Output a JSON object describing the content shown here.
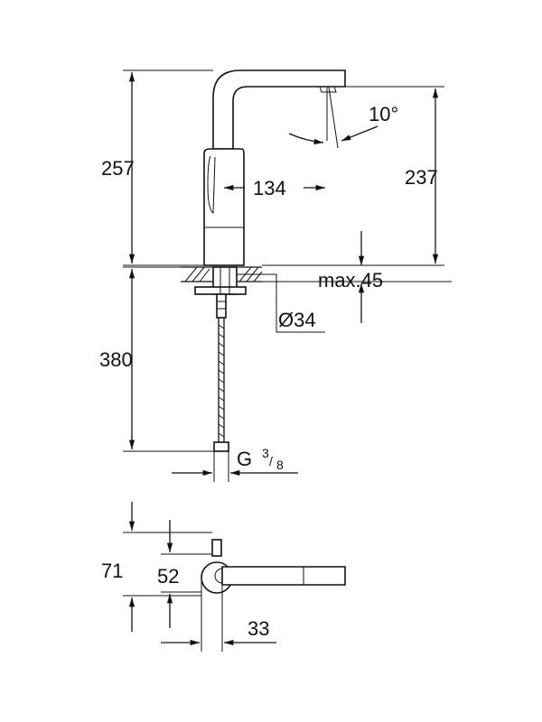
{
  "drawing": {
    "dims": {
      "height_total": "257",
      "height_spout": "237",
      "reach": "134",
      "angle": "10°",
      "deck_thickness": "max.45",
      "hole_diameter": "Ø34",
      "hose_length": "380",
      "thread_prefix": "G",
      "thread_num": "3",
      "thread_den": "8",
      "top_depth": "71",
      "lever_offset": "52",
      "body_radius": "33"
    }
  }
}
